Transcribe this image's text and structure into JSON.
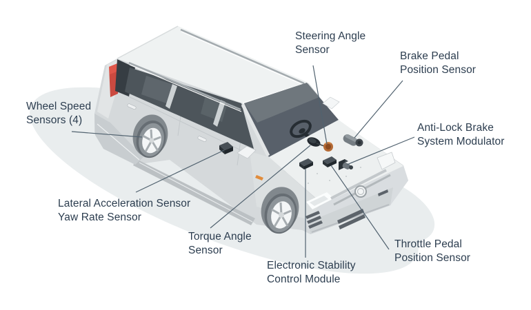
{
  "diagram": {
    "type": "vehicle-sensor-callout-diagram",
    "labels": {
      "wheel_speed": {
        "line1": "Wheel Speed",
        "line2": "Sensors (4)"
      },
      "steering_angle": {
        "line1": "Steering Angle",
        "line2": "Sensor"
      },
      "brake_pedal": {
        "line1": "Brake Pedal",
        "line2": "Position Sensor"
      },
      "abs_modulator": {
        "line1": "Anti-Lock Brake",
        "line2": "System Modulator"
      },
      "lateral_yaw": {
        "line1": "Lateral Acceleration Sensor",
        "line2": "Yaw Rate Sensor"
      },
      "torque_angle": {
        "line1": "Torque Angle",
        "line2": "Sensor"
      },
      "esc_module": {
        "line1": "Electronic Stability",
        "line2": "Control Module"
      },
      "throttle_pedal": {
        "line1": "Throttle Pedal",
        "line2": "Position Sensor"
      }
    },
    "colors": {
      "background": "#ffffff",
      "label_text": "#2c3d4f",
      "leader_line": "#51626f",
      "car_body": "#d5d9db",
      "car_roof": "#eff2f2",
      "glass": "#58606a",
      "taillight_red": "#cb4a40",
      "steering_sensor_orange": "#b46a35",
      "side_marker_orange": "#e18c3c",
      "ground_shadow": "#e9edee"
    }
  }
}
